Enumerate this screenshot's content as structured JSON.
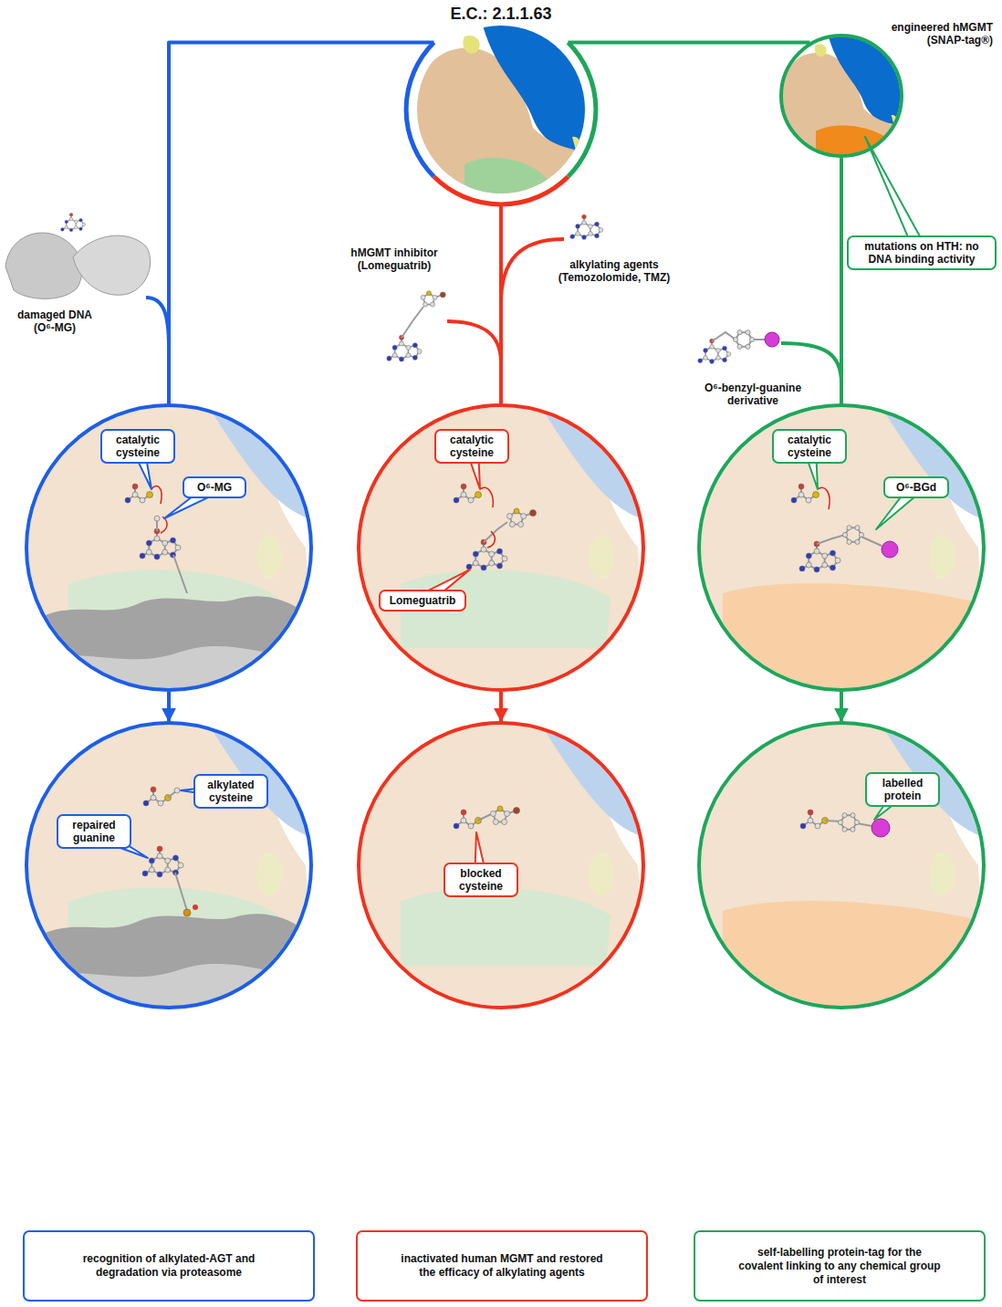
{
  "diagram": {
    "nodes": [
      {
        "text": [
          "E.C.: 2.1.1.63"
        ]
      },
      {
        "text": [
          "engineered hMGMT (SNAP-tag®)"
        ]
      },
      {
        "text": [
          "mutations on HTH: no DNA binding activity"
        ]
      },
      {
        "text": []
      },
      {
        "text": [
          "catalytic cysteine"
        ],
        "in": 3
      },
      {
        "text": [
          "O⁶-MG"
        ],
        "in": 3
      },
      {
        "text": []
      },
      {
        "text": [
          "catalytic cysteine"
        ],
        "in": 6
      },
      {
        "text": [
          "Lomeguatrib"
        ],
        "in": 6
      },
      {
        "text": []
      },
      {
        "text": [
          "catalytic cysteine"
        ],
        "in": 9
      },
      {
        "text": [
          "O⁶-BGd"
        ],
        "in": 9
      },
      {
        "text": []
      },
      {
        "text": [
          "alkylated cysteine"
        ],
        "in": 12
      },
      {
        "text": [
          "repaired guanine"
        ],
        "in": 12
      },
      {
        "text": []
      },
      {
        "text": [
          "blocked cysteine"
        ],
        "in": 15
      },
      {
        "text": []
      },
      {
        "text": [
          "labelled protein"
        ],
        "in": 17
      },
      {
        "text": [
          "recognition of alkylated-AGT and degradation via proteasome"
        ]
      },
      {
        "text": [
          "inactivated human MGMT and restored the efficacy of alkylating agents"
        ]
      },
      {
        "text": [
          "self-labelling protein-tag for the covalent linking to any chemical group of interest"
        ]
      }
    ],
    "edges": [
      {
        "from": 0,
        "to": 3,
        "arrow": "none"
      },
      {
        "from": 0,
        "to": 6,
        "arrow": "none"
      },
      {
        "from": 0,
        "to": 1,
        "arrow": "none"
      },
      {
        "from": 1,
        "to": 9,
        "arrow": "none"
      },
      {
        "from": 3,
        "to": 12,
        "arrow": "to"
      },
      {
        "from": 6,
        "to": 15,
        "arrow": "to"
      },
      {
        "from": 9,
        "to": 17,
        "arrow": "to"
      }
    ],
    "labels": [
      "damaged DNA (O⁶-MG)",
      "hMGMT inhibitor (Lomeguatrib)",
      "alkylating agents (Temozolomide, TMZ)",
      "O⁶-benzyl-guanine derivative"
    ]
  }
}
